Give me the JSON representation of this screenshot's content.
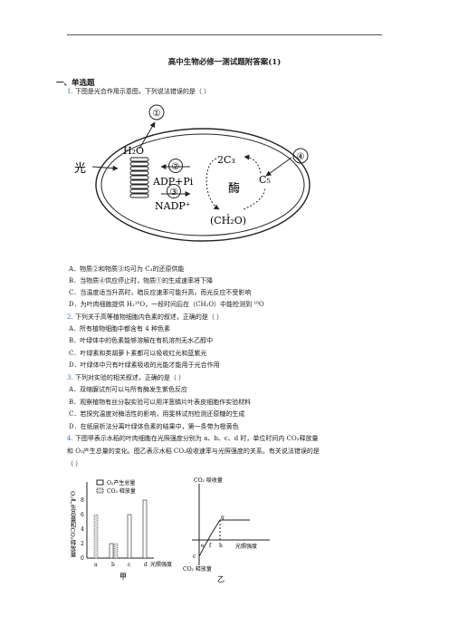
{
  "doc": {
    "title": "高中生物必修一测试题附答案(1)",
    "section": "一、单选题"
  },
  "q1": {
    "num": "1.",
    "stem": "下图是光合作用示意图，下列说法错误的是（    ）",
    "diagram": {
      "circle1": "①",
      "circle2": "②",
      "circle3": "③",
      "circle4": "④",
      "h2o": "H₂O",
      "adp": "ADP+Pi",
      "nadp": "NADP⁺",
      "light": "光",
      "c3_2": "2C₃",
      "c5": "C₅",
      "enzyme": "酶",
      "ch2o": "(CH₂O)"
    },
    "options": [
      "A．物质②和物质③均可为 C₃的还原供能",
      "B．当物质④供应停止时，物质①的生成速率将下降",
      "C．当温度适当升高时，暗反应速率可能升高，而光反应不受影响",
      "D．为叶肉细胞提供 H₂¹⁸O，一段时间后在（CH₂O）中能检测到 ¹⁸O"
    ]
  },
  "q2": {
    "num": "2.",
    "stem": "下列关于高等植物细胞内色素的叙述，正确的是（    ）",
    "options": [
      "A．所有植物细胞中都含有 4 种色素",
      "B．叶绿体中的色素能够溶解在有机溶剂无水乙醇中",
      "C．叶绿素和类胡萝卜素都可以吸收红光和蓝紫光",
      "D．叶绿体中只有叶绿素吸收的光能才能用于光合作用"
    ]
  },
  "q3": {
    "num": "3.",
    "stem": "下列对实验的相关叙述，正确的是（    ）",
    "options": [
      "A．双缩脲试剂可以与所有酶发生紫色反应",
      "B．观察植物有丝分裂实验可以用洋葱鳞片叶表皮细胞作实验材料",
      "C．若探究温度对酶活性的影响，用斐林试剂检测还原糖的生成",
      "D．在纸层析法分离叶绿体色素的结果中，第一条带为橙黄色"
    ]
  },
  "q4": {
    "num": "4.",
    "stem_l1": "下图甲表示水稻的叶肉细胞在光照强度分别为 a、b、c、d 时，单位时间内 CO₂释放量",
    "stem_l2": "和 O₂产生总量的变化。图乙表示水稻 CO₂吸收速率与光照强度的关系。有关说法错误的是",
    "stem_l3": "（    ）",
    "chart_jia": {
      "legend1": "O₂产生总量",
      "legend2": "CO₂ 释放量",
      "ylabel": "O₂产生总量和CO₂释放量",
      "ticks": [
        "8",
        "6",
        "4",
        "2",
        "0"
      ],
      "cats": [
        "a",
        "b",
        "c",
        "d"
      ],
      "xlabel": "光照强度",
      "caption": "甲"
    },
    "chart_yi": {
      "ytop": "CO₂ 吸收量",
      "ybottom": "CO₂ 释放量",
      "xlabel": "光照强度",
      "caption": "乙",
      "pts": [
        "g",
        "e",
        "f",
        "h",
        "c"
      ]
    }
  }
}
